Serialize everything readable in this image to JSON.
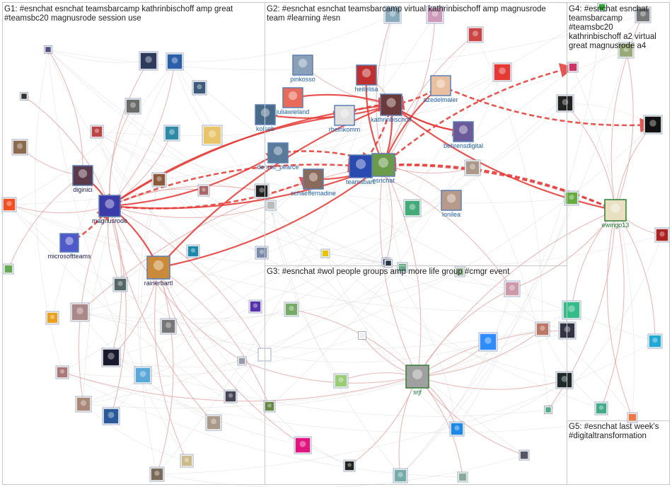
{
  "groups": [
    {
      "id": "g1",
      "label": "G1: #esnchat esnchat teamsbarcamp kathrinbischoff amp great\n#teamsbc20 magnusrode session use"
    },
    {
      "id": "g2",
      "label": "G2: #esnchat esnchat teamsbarcamp virtual kathrinbischoff amp magnusrode\nteam #learning #esn"
    },
    {
      "id": "g3",
      "label": "G3: #esnchat #wol people groups amp more life group #cmgr event"
    },
    {
      "id": "g4",
      "label": "G4: #esnchat esnchat\nteamsbarcamp\n#teamsbc20\nkathrinbischoff a2 virtual\ngreat magnusrode a4"
    },
    {
      "id": "g5",
      "label": "G5: #esnchat last week's\n#digitaltransformation"
    }
  ],
  "nodes": {
    "diginici": "diginici",
    "magnusrode": "magnusrode",
    "microsoftteams": "microsoftteams",
    "rainerbartl": "rainerbartl",
    "pinkosso": "pinkosso",
    "juliawieland": "juliawieland",
    "kolseb": "kolseb",
    "heitelisa": "heitelisa",
    "rheinkomm": "rheinkomm",
    "kathrinbischoff": "kathrinbischoff",
    "azedelmaier": "azedelmaier",
    "behrensdigital": "behrensdigital",
    "dennis_pearce": "dennis_pearce",
    "teamsbarc": "teamsbarc",
    "esnchat": "esnchat",
    "schaeffernadine": "schaeffernadine",
    "lonilea": "lonilea",
    "ewingo13": "ewingo13",
    "srjf": "srjf"
  },
  "colors": {
    "edge_strong": "#e53935",
    "edge_light": "#e6a9a9",
    "edge_grey": "#cfcfcf",
    "label_blue": "#1f5fa8",
    "label_green": "#1b7a2e",
    "label_dark": "#1a1a4d",
    "node_border": "#5a7fb5"
  }
}
